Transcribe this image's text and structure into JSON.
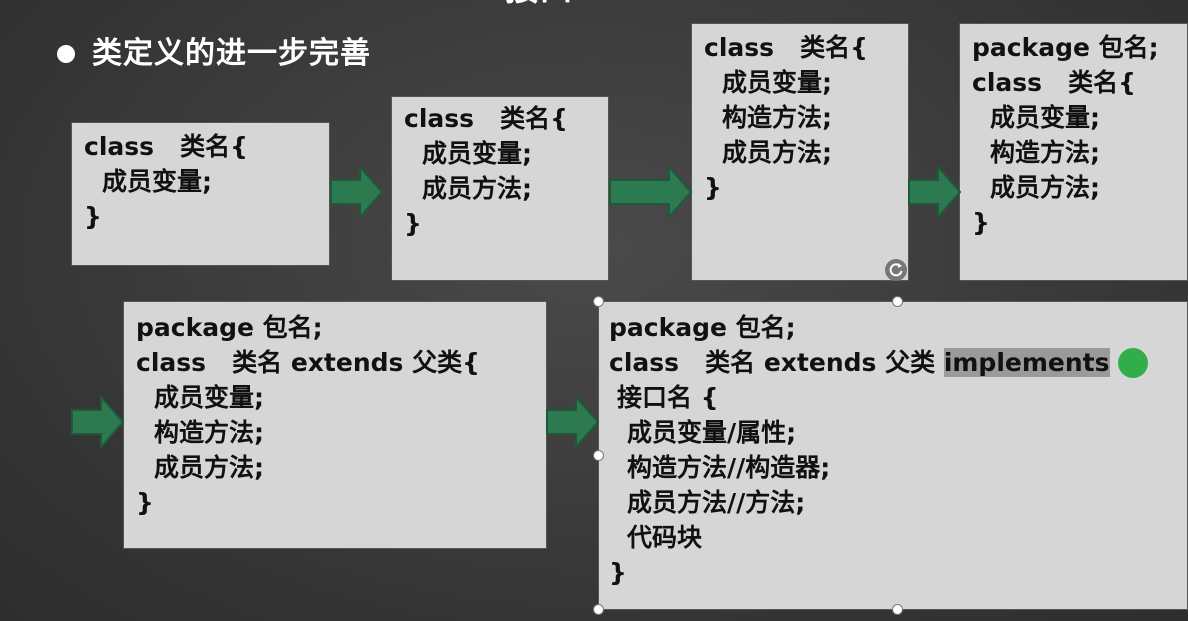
{
  "slide": {
    "heading_fragment": "接口",
    "bullet_title": "类定义的进一步完善"
  },
  "boxes": [
    {
      "lines": [
        "class   类名{",
        "成员变量;",
        "}"
      ]
    },
    {
      "lines": [
        "class   类名{",
        "成员变量;",
        "成员方法;",
        "}"
      ]
    },
    {
      "lines": [
        "class   类名{",
        "成员变量;",
        "构造方法;",
        "成员方法;",
        "}"
      ]
    },
    {
      "lines": [
        "package 包名;",
        "class   类名{",
        "成员变量;",
        "构造方法;",
        "成员方法;",
        "}"
      ]
    },
    {
      "lines": [
        "package 包名;",
        "class   类名 extends 父类{",
        "成员变量;",
        "构造方法;",
        "成员方法;",
        "}"
      ]
    },
    {
      "lines": [
        "package 包名;",
        "class   类名 extends 父类 ",
        "implements",
        "接口名 {",
        "成员变量/属性;",
        "构造方法//构造器;",
        "成员方法//方法;",
        "代码块",
        "}"
      ]
    }
  ],
  "colors": {
    "arrow_fill": "#2d7a50",
    "arrow_stroke": "#1e5a3a",
    "box_bg": "#d6d6d6",
    "cursor": "#1faa3a"
  }
}
